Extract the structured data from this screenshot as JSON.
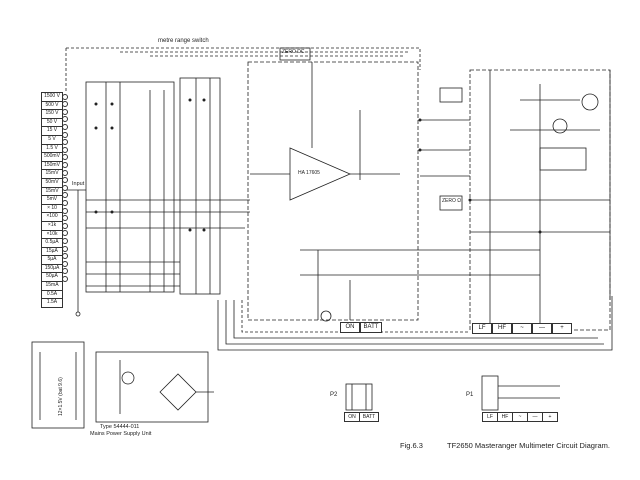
{
  "diagram": {
    "figure_label": "Fig.6.3",
    "title": "TF2650 Masteranger Multimeter Circuit Diagram.",
    "range_switch_label": "metre range switch",
    "input_label": "Input",
    "opamp_label": "HA 17605",
    "zero_dc_label": "ZERO DC",
    "zero_ohm_label": "ZERO Ω",
    "power_supply": {
      "title": "Type 54444-011",
      "subtitle": "Mains Power Supply Unit",
      "battery_label": "12×1.5V (bat 9.6)"
    },
    "switch_panel_1": {
      "label": "P2",
      "buttons": [
        "ON",
        "BATT"
      ]
    },
    "switch_panel_2": {
      "label": "P1",
      "buttons": [
        "LF",
        "HF",
        "~",
        "—",
        "+"
      ]
    },
    "main_buttons": [
      "ON",
      "BATT"
    ],
    "function_buttons": [
      "LF",
      "HF",
      "~",
      "—",
      "+"
    ],
    "ranges": [
      "1500 V",
      "500 V",
      "150 V",
      "50 V",
      "15 V",
      "5 V",
      "1.5 V",
      "500mV",
      "150mV",
      "15mV",
      "50mV",
      "15mV",
      "5mV",
      "× 10",
      "×100",
      "×1k",
      "×10k",
      "0.5µA",
      "15µA",
      "5µA",
      "150µA",
      "50µA",
      "15mA",
      "0.5A",
      "1.5A"
    ]
  }
}
